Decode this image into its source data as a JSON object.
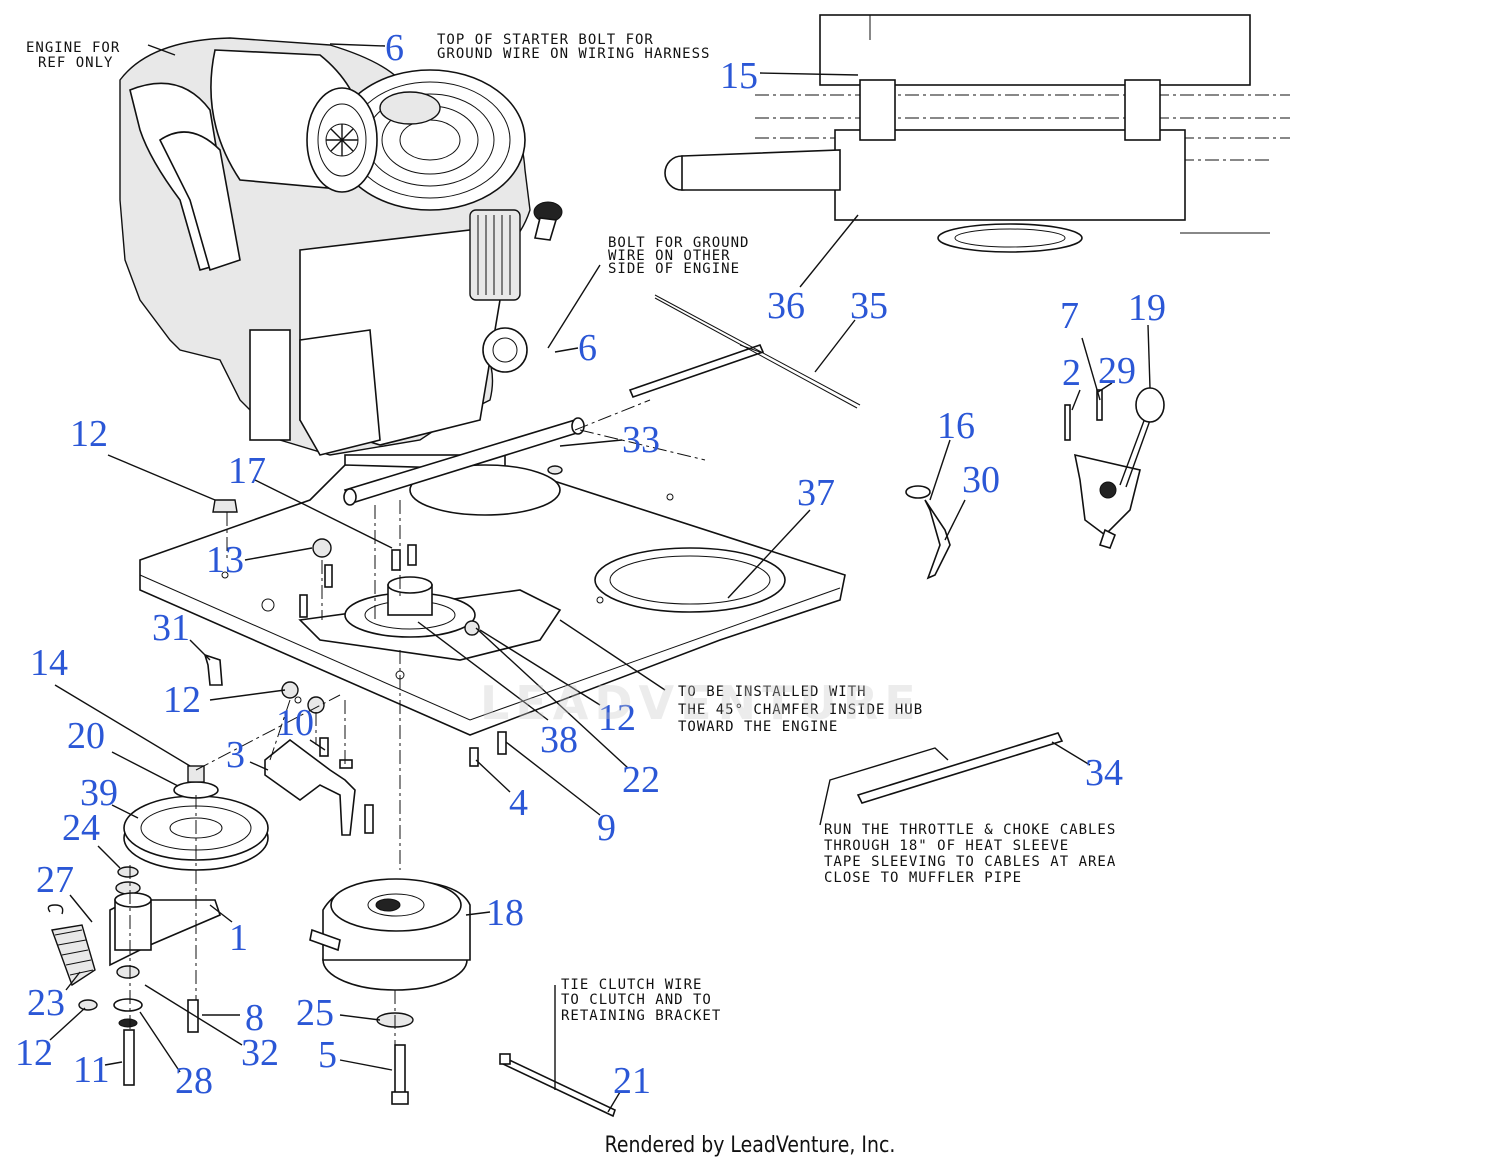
{
  "callouts": [
    "6",
    "15",
    "36",
    "35",
    "6",
    "7",
    "19",
    "2",
    "29",
    "12",
    "17",
    "33",
    "37",
    "16",
    "30",
    "13",
    "31",
    "14",
    "12",
    "12",
    "10",
    "38",
    "22",
    "3",
    "20",
    "4",
    "9",
    "39",
    "24",
    "18",
    "27",
    "1",
    "23",
    "8",
    "25",
    "32",
    "12",
    "11",
    "28",
    "5",
    "21",
    "34"
  ],
  "notes": {
    "engine_ref": [
      "ENGINE FOR",
      "REF ONLY"
    ],
    "starter_bolt": [
      "TOP OF STARTER BOLT FOR",
      "GROUND WIRE ON WIRING HARNESS"
    ],
    "ground_bolt": [
      "BOLT FOR GROUND",
      "WIRE ON OTHER",
      "SIDE OF ENGINE"
    ],
    "chamfer": [
      "TO BE INSTALLED WITH",
      "THE 45° CHAMFER INSIDE HUB",
      "TOWARD THE ENGINE"
    ],
    "throttle": [
      "RUN THE THROTTLE & CHOKE CABLES",
      "THROUGH 18\" OF HEAT SLEEVE",
      "TAPE SLEEVING TO CABLES AT AREA",
      "CLOSE TO MUFFLER PIPE"
    ],
    "clutch_wire": [
      "TIE CLUTCH WIRE",
      "TO CLUTCH AND TO",
      "RETAINING BRACKET"
    ]
  },
  "footer": "Rendered by LeadVenture, Inc.",
  "watermark": "LEADVENTURE"
}
